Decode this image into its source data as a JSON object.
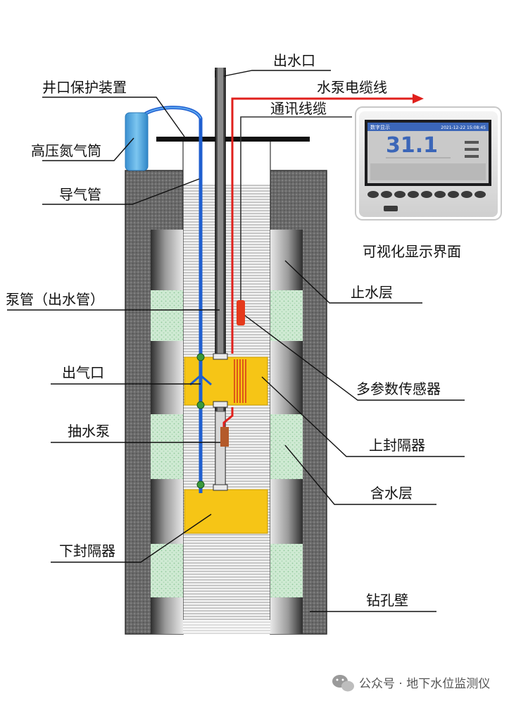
{
  "labels": {
    "outlet": "出水口",
    "wellhead": "井口保护装置",
    "pump_cable": "水泵电缆线",
    "comm_cable": "通讯线缆",
    "nitrogen": "高压氮气筒",
    "gas_pipe": "导气管",
    "display": "可视化显示界面",
    "water_stop": "止水层",
    "pump_pipe": "泵管（出水管）",
    "gas_outlet": "出气口",
    "sensor": "多参数传感器",
    "pump": "抽水泵",
    "upper_packer": "上封隔器",
    "aquifer": "含水层",
    "lower_packer": "下封隔器",
    "borehole_wall": "钻孔壁"
  },
  "monitor": {
    "value": "31.1",
    "title": "数字显示",
    "datetime": "2021-12-22 15:08:45"
  },
  "watermark": {
    "text": "公众号 · 地下水位监测仪"
  },
  "colors": {
    "wall": "#6f6f6f",
    "yellow": "#f6c516",
    "green": "#d2ecd6",
    "blue_pipe": "#1f5fd0",
    "red_cable": "#e0201c",
    "nitrogen": "#4aa9e3",
    "screen_blue": "#3b66b8"
  }
}
